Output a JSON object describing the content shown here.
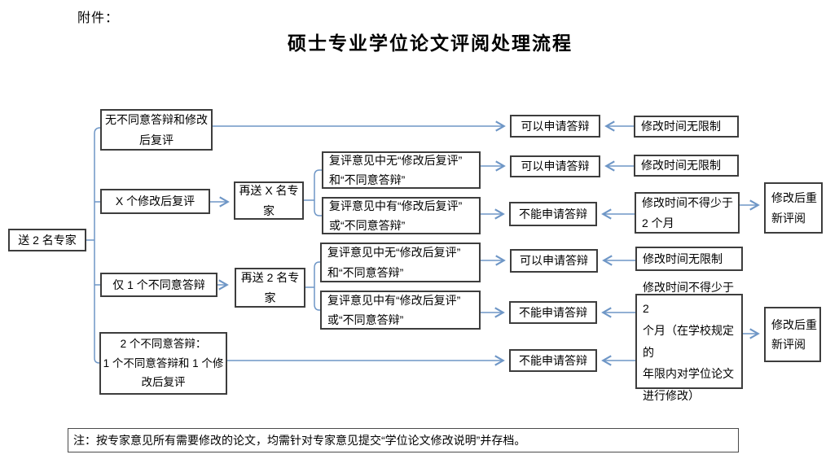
{
  "page": {
    "attachment_label": "附件：",
    "title": "硕士专业学位论文评阅处理流程"
  },
  "note": "注：按专家意见所有需要修改的论文，均需针对专家意见提交“学位论文修改说明”并存档。",
  "colors": {
    "connector_blue": "#6e96c6",
    "box_border": "#3d3d3d",
    "text": "#000000",
    "background": "#ffffff"
  },
  "nodes": {
    "start": "送 2 名专家",
    "branch_none": "无不同意答辩和修改\n后复评",
    "branch_x_revise": "X 个修改后复评",
    "branch_one_disagree": "仅 1 个不同意答辩",
    "branch_two_disagree": "2 个不同意答辩：\n1 个不同意答辩和 1 个修\n改后复评",
    "resend_x": "再送 X 名专\n家",
    "resend_2": "再送 2 名专\n家",
    "reeval_no_1": "复评意见中无“修改后复评”\n和“不同意答辩”",
    "reeval_has_1": "复评意见中有“修改后复评”\n或“不同意答辩”",
    "reeval_no_2": "复评意见中无“修改后复评”\n和“不同意答辩”",
    "reeval_has_2": "复评意见中有“修改后复评”\n或“不同意答辩”",
    "can_defend_1": "可以申请答辩",
    "can_defend_2": "可以申请答辩",
    "cannot_defend_1": "不能申请答辩",
    "can_defend_3": "可以申请答辩",
    "cannot_defend_2": "不能申请答辩",
    "cannot_defend_3": "不能申请答辩",
    "no_limit_1": "修改时间无限制",
    "no_limit_2": "修改时间无限制",
    "min_2_months": "修改时间不得少于\n2 个月",
    "no_limit_3": "修改时间无限制",
    "min_2_months_long": "修改时间不得少于 2\n个月（在学校规定的\n年限内对学位论文\n进行修改）",
    "re_review_1": "修改后重\n新评阅",
    "re_review_2": "修改后重\n新评阅"
  }
}
